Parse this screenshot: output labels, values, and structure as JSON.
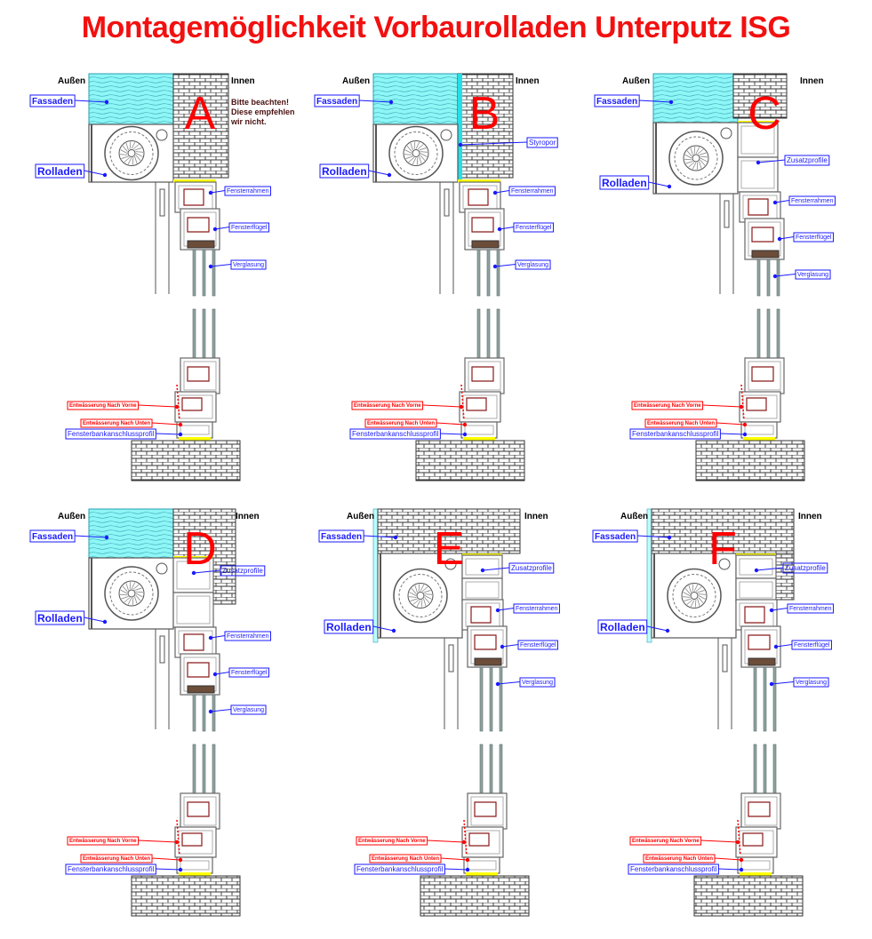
{
  "title": "Montagemöglichkeit Vorbaurolladen Unterputz ISG",
  "common": {
    "outside": "Außen",
    "inside": "Innen",
    "facade": "Fassaden",
    "roller": "Rolladen",
    "frame": "Fensterrahmen",
    "sash": "Fensterflügel",
    "glazing": "Verglasung",
    "extension": "Zusatzprofile",
    "drain_front": "Entwässerung Nach Vorne",
    "drain_down": "Entwässerung Nach Unten",
    "sill_profile": "Fensterbankanschlussprofil"
  },
  "panels": [
    {
      "letter": "A",
      "note": [
        "Bitte beachten!",
        "Diese empfehlen",
        "wir nicht."
      ]
    },
    {
      "letter": "B",
      "extra_label": "Styropor"
    },
    {
      "letter": "C"
    },
    {
      "letter": "D"
    },
    {
      "letter": "E"
    },
    {
      "letter": "F"
    }
  ],
  "colors": {
    "title": "#f21010",
    "label_blue": "#1a1aff",
    "label_red": "#ff0000",
    "yellow": "#ffff00",
    "facade": "#7fffff"
  }
}
